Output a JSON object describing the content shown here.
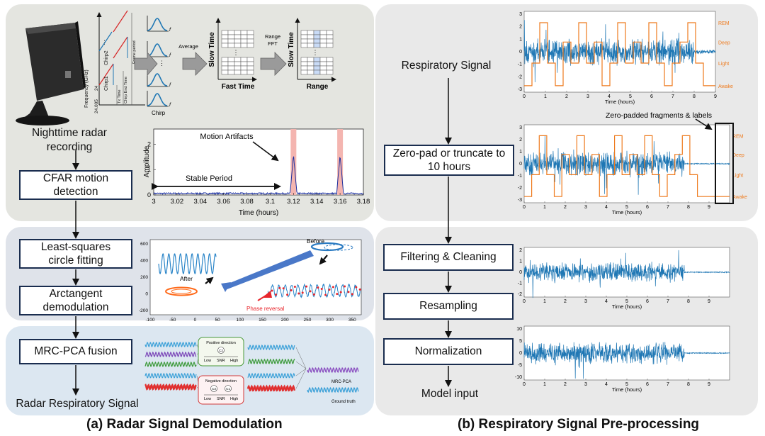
{
  "left": {
    "caption": "(a) Radar Signal Demodulation",
    "recording_label_1": "Nighttime radar",
    "recording_label_2": "recording",
    "cfar_1": "CFAR motion",
    "cfar_2": "detection",
    "lsq_1": "Least-squares",
    "lsq_2": "circle fitting",
    "arct_1": "Arctangent",
    "arct_2": "demodulation",
    "mrc": "MRC-PCA fusion",
    "output": "Radar Respiratory Signal",
    "chirp_diagram": {
      "ylabel": "Frequency (GHz)",
      "f_low": "24.005",
      "f_high": "24",
      "chirp1": "Chirp1",
      "chirp2": "Chirp2",
      "tx_time": "Tx Time",
      "chirp_end": "Chirp End Time",
      "frame_period": "Frame period",
      "chirp_label": "Chirp",
      "f": "f"
    },
    "processing": {
      "average": "Average",
      "range_fft_1": "Range",
      "range_fft_2": "FFT",
      "slow_time": "Slow Time",
      "fast_time": "Fast Time",
      "range": "Range"
    },
    "motion_chart": {
      "ylabel": "Amplitude",
      "xlabel": "Time (hours)",
      "annotation_motion": "Motion Artifacts",
      "annotation_stable": "Stable Period",
      "x_ticks": [
        "3",
        "3.02",
        "3.04",
        "3.06",
        "3.08",
        "3.1",
        "3.12",
        "3.14",
        "3.16",
        "3.18"
      ],
      "y_ticks": [
        "0",
        "1",
        "2"
      ],
      "artifacts_at": [
        3.12,
        3.16
      ]
    },
    "demod_chart": {
      "y_ticks": [
        "600",
        "400",
        "200",
        "0",
        "-200"
      ],
      "x_ticks": [
        "-100",
        "-50",
        "0",
        "50",
        "100",
        "150",
        "200",
        "250",
        "300",
        "350"
      ],
      "before": "Before",
      "after": "After",
      "phase_reversal": "Phase reversal"
    },
    "fusion": {
      "positive": "Positive direction",
      "negative": "Negative direction",
      "low": "Low",
      "snr": "SNR",
      "high": "High",
      "c1": "C1",
      "c2": "C2",
      "c3": "C3",
      "mrcpca": "MRC-PCA",
      "ground_truth": "Ground truth"
    }
  },
  "right": {
    "caption": "(b) Respiratory Signal Pre-processing",
    "respiratory_signal": "Respiratory Signal",
    "zeropad_1": "Zero-pad or truncate to",
    "zeropad_2": "10 hours",
    "filtering": "Filtering & Cleaning",
    "resampling": "Resampling",
    "normalization": "Normalization",
    "model_input": "Model input",
    "zero_padded_note": "Zero-padded fragments & labels",
    "xlabel": "Time (hours)",
    "x_ticks": [
      "0",
      "1",
      "2",
      "3",
      "4",
      "5",
      "6",
      "7",
      "8",
      "9"
    ],
    "stage_labels": [
      "REM",
      "Deep",
      "Light",
      "Awake"
    ],
    "y_ticks_signal": [
      "3",
      "2",
      "1",
      "0",
      "-1",
      "-2",
      "-3"
    ],
    "y_ticks_filter": [
      "2",
      "1",
      "0",
      "-1",
      "-2"
    ],
    "y_ticks_norm": [
      "10",
      "5",
      "0",
      "-5",
      "-10"
    ]
  },
  "colors": {
    "panel_top_left": "#e4e5e0",
    "panel_mid_left": "#dfe3ea",
    "panel_bot_left": "#dce7f1",
    "panel_right": "#e9e9e9",
    "signal_blue": "#1f77b4",
    "stage_orange": "#ee7a1d",
    "box_border": "#1a2d4f"
  }
}
